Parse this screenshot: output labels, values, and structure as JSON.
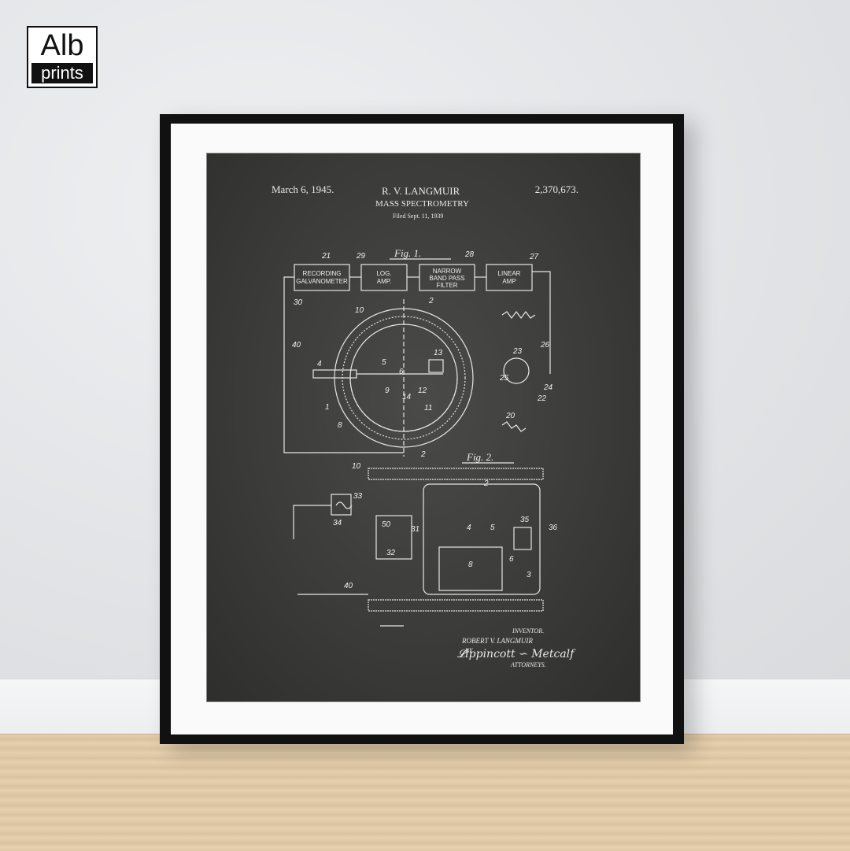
{
  "brand": {
    "logo_top": "Alb",
    "logo_bottom": "prints"
  },
  "patent": {
    "date": "March 6, 1945.",
    "inventor_header": "R. V. LANGMUIR",
    "number": "2,370,673.",
    "title": "MASS SPECTROMETRY",
    "filed": "Filed Sept. 11, 1939",
    "fig1": "Fig. 1.",
    "fig2": "Fig. 2.",
    "boxes": {
      "recording": [
        "RECORDING",
        "GALVANOMETER"
      ],
      "log_amp": [
        "LOG.",
        "AMP."
      ],
      "filter": [
        "NARROW",
        "BAND PASS",
        "FILTER"
      ],
      "linear_amp": [
        "LINEAR",
        "AMP"
      ]
    },
    "ref_numbers": {
      "n21": "21",
      "n29": "29",
      "n28": "28",
      "n27": "27",
      "n10": "10",
      "n30": "30",
      "n40": "40",
      "n2": "2",
      "n13": "13",
      "n4": "4",
      "n5": "5",
      "n6": "6",
      "n9": "9",
      "n12": "12",
      "n14": "14",
      "n11": "11",
      "n1": "1",
      "n8": "8",
      "n23": "23",
      "n26": "26",
      "n25": "25",
      "n24": "24",
      "n22": "22",
      "n20": "20",
      "n33": "33",
      "n34": "34",
      "n50": "50",
      "n31": "31",
      "n32": "32",
      "n35": "35",
      "n36": "36",
      "n3": "3"
    },
    "inventor_label": "INVENTOR.",
    "inventor_name": "ROBERT V. LANGMUIR",
    "by_label": "BY",
    "attorneys_label": "ATTORNEYS."
  }
}
